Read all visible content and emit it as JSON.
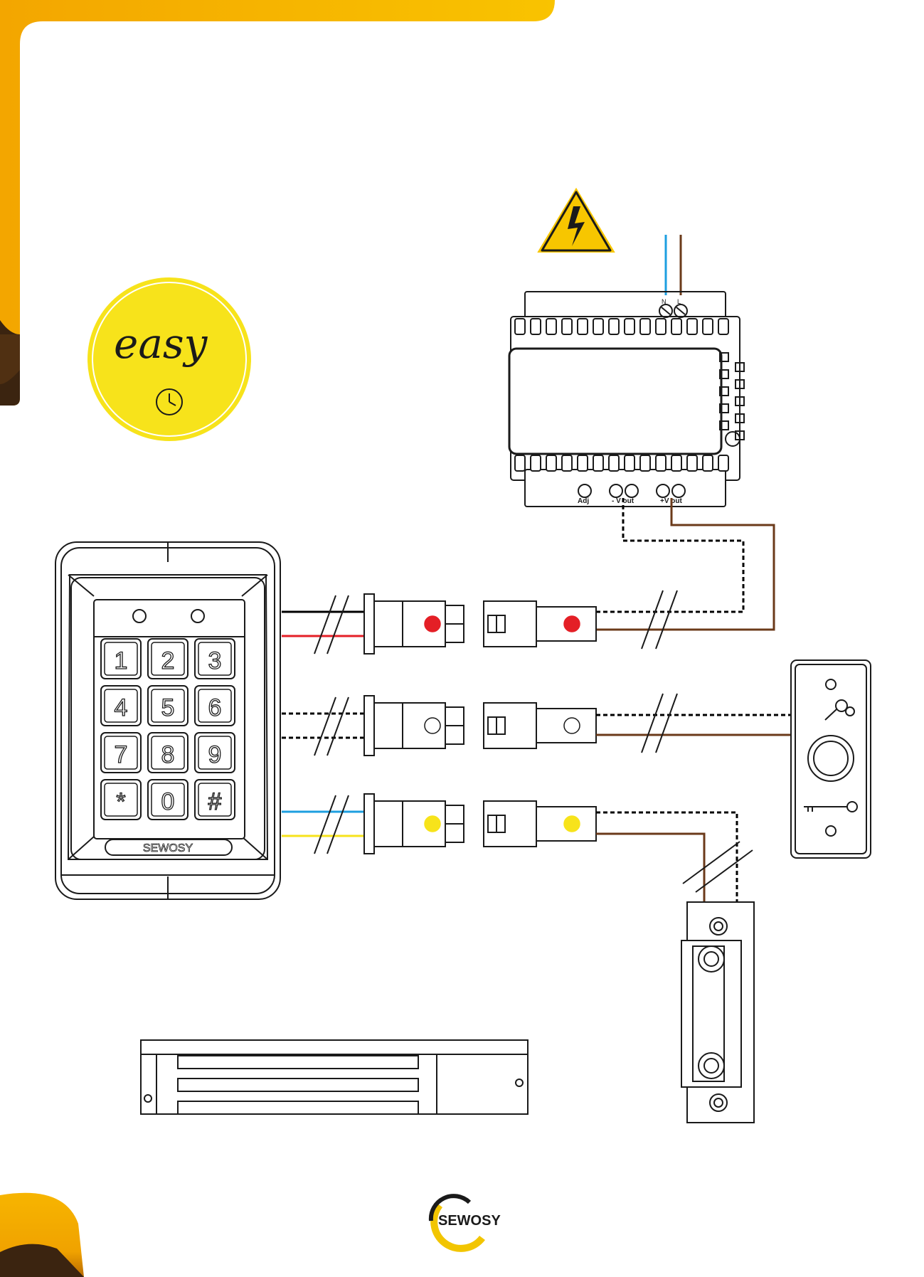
{
  "brand": {
    "badge_text": "easy",
    "footer_logo": "SEWOSY",
    "colors": {
      "orange": "#f2a900",
      "yellow": "#f7e31b",
      "dark": "#2b1a0e"
    }
  },
  "keypad": {
    "brand_label": "SEWOSY",
    "keys": [
      "1",
      "2",
      "3",
      "4",
      "5",
      "6",
      "7",
      "8",
      "9",
      "*",
      "0",
      "#"
    ]
  },
  "psu": {
    "top_terminals": [
      "N",
      "L"
    ],
    "bottom_terminals": [
      "Adj",
      "- V out",
      "+V out"
    ]
  },
  "connectors": [
    {
      "id": "power",
      "dot_color": "#e41f26",
      "left_wires": [
        "#000000",
        "#e41f26"
      ]
    },
    {
      "id": "exit-button",
      "dot_color": "#ffffff",
      "left_wires": [
        "#000000",
        "#000000"
      ]
    },
    {
      "id": "lock",
      "dot_color": "#f7e31b",
      "left_wires": [
        "#1d9fe0",
        "#f7e31b"
      ]
    }
  ],
  "wire_colors": {
    "mains_neutral": "#1d9fe0",
    "mains_live": "#6b3a1a",
    "brown": "#6b3a1a",
    "dashed": "#000000"
  },
  "icons": [
    "warning-lightning-icon",
    "key-icon",
    "clock-icon"
  ]
}
